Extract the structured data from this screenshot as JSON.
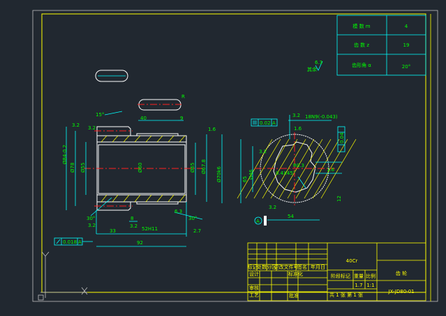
{
  "param_table": [
    {
      "label": "模 数 m",
      "value": "4"
    },
    {
      "label": "齿 数 z",
      "value": "19"
    },
    {
      "label": "齿形角 α",
      "value": "20°"
    }
  ],
  "roughness_default": "6.3",
  "roughness_default_prefix": "其余",
  "title_block": {
    "material": "40Cr",
    "part_name": "齿 轮",
    "drawing_no": "JX-JD80-01",
    "scale": "1:1",
    "weight": "1.7",
    "sheet": "共 1 张  第 1 张",
    "headers": [
      "标记",
      "处数",
      "分区",
      "更改文件号",
      "签名",
      "年月日"
    ],
    "rows": [
      "设计",
      "标准化",
      "审核",
      "工艺",
      "批准"
    ],
    "stage_label": "阶段标记",
    "weight_label": "重量",
    "scale_label": "比例"
  },
  "left_view": {
    "dims": {
      "d_top": "40",
      "d_9": "9",
      "d_33": "33",
      "d_8": "8",
      "d_92": "92",
      "d_outer": "Ø84-0.2",
      "d_78": "Ø78",
      "d_55": "Ø55",
      "d_60": "Ø60",
      "d_65": "Ø65",
      "d_67": "Ø67.8",
      "d_70": "Ø70k6",
      "keyway": "52H11",
      "groove": "2.7",
      "ang15": "15°",
      "ang30a": "30°",
      "ang30b": "30°",
      "r_label": "R",
      "tol": "0.018",
      "datum": "A",
      "ra1": "3.2",
      "ra2": "3.2",
      "ra3": "1.6",
      "ra4": "3.2",
      "ra5": "3.2",
      "ra6": "6.3"
    }
  },
  "right_view": {
    "dims": {
      "spline": "18N9(-0.043)",
      "flat_tol": "0.02",
      "perp_tol": "0.04",
      "datum": "A",
      "d_65": "65",
      "d_46": "Ø46",
      "r03": "R0.3",
      "chamfer": "0.4X45°",
      "d_54": "54",
      "d_12": "12",
      "ra1": "3.2",
      "ra2": "1.6",
      "ra3": "3.2",
      "ra4": "3.2",
      "ra5": "1.6"
    }
  }
}
